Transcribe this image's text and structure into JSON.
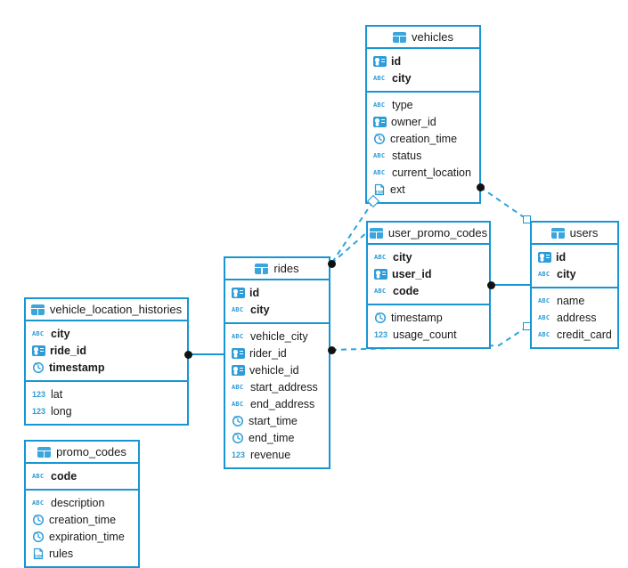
{
  "diagram": {
    "type": "entity-relationship-diagram",
    "accent_color": "#1896d3",
    "icon_color": "#2d9cd8",
    "background": "#ffffff",
    "tables": [
      {
        "id": "vehicles",
        "name": "vehicles",
        "keys": [
          {
            "label": "id",
            "icon": "id-icon"
          },
          {
            "label": "city",
            "icon": "abc-icon"
          }
        ],
        "columns": [
          {
            "label": "type",
            "icon": "abc-icon"
          },
          {
            "label": "owner_id",
            "icon": "id-icon"
          },
          {
            "label": "creation_time",
            "icon": "clock-icon"
          },
          {
            "label": "status",
            "icon": "abc-icon"
          },
          {
            "label": "current_location",
            "icon": "abc-icon"
          },
          {
            "label": "ext",
            "icon": "json-icon"
          }
        ]
      },
      {
        "id": "user_promo_codes",
        "name": "user_promo_codes",
        "keys": [
          {
            "label": "city",
            "icon": "abc-icon"
          },
          {
            "label": "user_id",
            "icon": "id-icon"
          },
          {
            "label": "code",
            "icon": "abc-icon"
          }
        ],
        "columns": [
          {
            "label": "timestamp",
            "icon": "clock-icon"
          },
          {
            "label": "usage_count",
            "icon": "123-icon"
          }
        ]
      },
      {
        "id": "users",
        "name": "users",
        "keys": [
          {
            "label": "id",
            "icon": "id-icon"
          },
          {
            "label": "city",
            "icon": "abc-icon"
          }
        ],
        "columns": [
          {
            "label": "name",
            "icon": "abc-icon"
          },
          {
            "label": "address",
            "icon": "abc-icon"
          },
          {
            "label": "credit_card",
            "icon": "abc-icon"
          }
        ]
      },
      {
        "id": "rides",
        "name": "rides",
        "keys": [
          {
            "label": "id",
            "icon": "id-icon"
          },
          {
            "label": "city",
            "icon": "abc-icon"
          }
        ],
        "columns": [
          {
            "label": "vehicle_city",
            "icon": "abc-icon"
          },
          {
            "label": "rider_id",
            "icon": "id-icon"
          },
          {
            "label": "vehicle_id",
            "icon": "id-icon"
          },
          {
            "label": "start_address",
            "icon": "abc-icon"
          },
          {
            "label": "end_address",
            "icon": "abc-icon"
          },
          {
            "label": "start_time",
            "icon": "clock-icon"
          },
          {
            "label": "end_time",
            "icon": "clock-icon"
          },
          {
            "label": "revenue",
            "icon": "123-icon"
          }
        ]
      },
      {
        "id": "vehicle_location_histories",
        "name": "vehicle_location_histories",
        "keys": [
          {
            "label": "city",
            "icon": "abc-icon"
          },
          {
            "label": "ride_id",
            "icon": "id-icon"
          },
          {
            "label": "timestamp",
            "icon": "clock-icon"
          }
        ],
        "columns": [
          {
            "label": "lat",
            "icon": "123-icon"
          },
          {
            "label": "long",
            "icon": "123-icon"
          }
        ]
      },
      {
        "id": "promo_codes",
        "name": "promo_codes",
        "keys": [
          {
            "label": "code",
            "icon": "abc-icon"
          }
        ],
        "columns": [
          {
            "label": "description",
            "icon": "abc-icon"
          },
          {
            "label": "creation_time",
            "icon": "clock-icon"
          },
          {
            "label": "expiration_time",
            "icon": "clock-icon"
          },
          {
            "label": "rules",
            "icon": "json-icon"
          }
        ]
      }
    ],
    "relationships": [
      {
        "from": "vehicle_location_histories",
        "to": "rides",
        "style": "solid"
      },
      {
        "from": "user_promo_codes",
        "to": "users",
        "style": "solid"
      },
      {
        "from": "rides",
        "to": "user_promo_codes",
        "style": "dashed"
      },
      {
        "from": "rides",
        "to": "users",
        "style": "dashed"
      },
      {
        "from": "vehicles",
        "to": "users",
        "style": "dashed"
      }
    ]
  }
}
